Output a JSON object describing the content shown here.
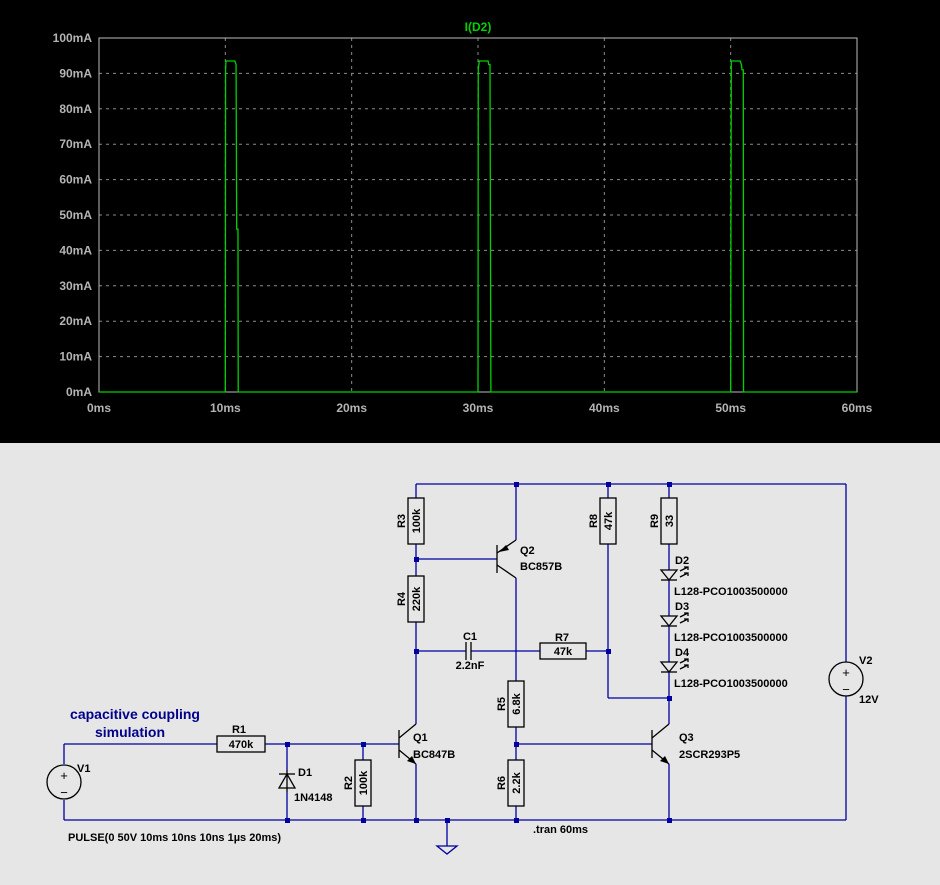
{
  "chart_data": {
    "type": "line",
    "title": "I(D2)",
    "xlabel": "",
    "ylabel": "",
    "xlim": [
      0,
      60
    ],
    "ylim": [
      0,
      100
    ],
    "x_unit": "ms",
    "y_unit": "mA",
    "x_ticks": [
      "0ms",
      "10ms",
      "20ms",
      "30ms",
      "40ms",
      "50ms",
      "60ms"
    ],
    "y_ticks": [
      "0mA",
      "10mA",
      "20mA",
      "30mA",
      "40mA",
      "50mA",
      "60mA",
      "70mA",
      "80mA",
      "90mA",
      "100mA"
    ],
    "grid": true,
    "series": [
      {
        "name": "I(D2)",
        "color": "#00d200",
        "x": [
          0,
          10.0,
          10.02,
          10.05,
          10.75,
          10.85,
          10.9,
          11.0,
          11.02,
          30.0,
          30.02,
          30.1,
          30.8,
          30.85,
          30.95,
          31.02,
          50.0,
          50.02,
          50.05,
          50.75,
          50.85,
          50.9,
          51.0,
          51.02,
          60
        ],
        "y": [
          0,
          0,
          91,
          93.5,
          93.5,
          92.5,
          46,
          46,
          0,
          0,
          91,
          93.5,
          93.5,
          92.5,
          92.5,
          0,
          0,
          46,
          93.5,
          93.5,
          92.5,
          91,
          91,
          0,
          0
        ]
      }
    ]
  },
  "schematic": {
    "components": {
      "R1": {
        "ref": "R1",
        "value": "470k"
      },
      "R2": {
        "ref": "R2",
        "value": "100k"
      },
      "R3": {
        "ref": "R3",
        "value": "100k"
      },
      "R4": {
        "ref": "R4",
        "value": "220k"
      },
      "R5": {
        "ref": "R5",
        "value": "6.8k"
      },
      "R6": {
        "ref": "R6",
        "value": "2.2k"
      },
      "R7": {
        "ref": "R7",
        "value": "47k"
      },
      "R8": {
        "ref": "R8",
        "value": "47k"
      },
      "R9": {
        "ref": "R9",
        "value": "33"
      },
      "C1": {
        "ref": "C1",
        "value": "2.2nF"
      },
      "D1": {
        "ref": "D1",
        "value": "1N4148"
      },
      "D2": {
        "ref": "D2",
        "value": "L128-PCO1003500000"
      },
      "D3": {
        "ref": "D3",
        "value": "L128-PCO1003500000"
      },
      "D4": {
        "ref": "D4",
        "value": "L128-PCO1003500000"
      },
      "Q1": {
        "ref": "Q1",
        "value": "BC847B"
      },
      "Q2": {
        "ref": "Q2",
        "value": "BC857B"
      },
      "Q3": {
        "ref": "Q3",
        "value": "2SCR293P5"
      },
      "V1": {
        "ref": "V1",
        "value": "PULSE(0 50V 10ms 10ns 10ns 1µs 20ms)"
      },
      "V2": {
        "ref": "V2",
        "value": "12V"
      }
    },
    "comment_line1": "capacitive coupling",
    "comment_line2": "simulation",
    "directive": ".tran 60ms"
  }
}
